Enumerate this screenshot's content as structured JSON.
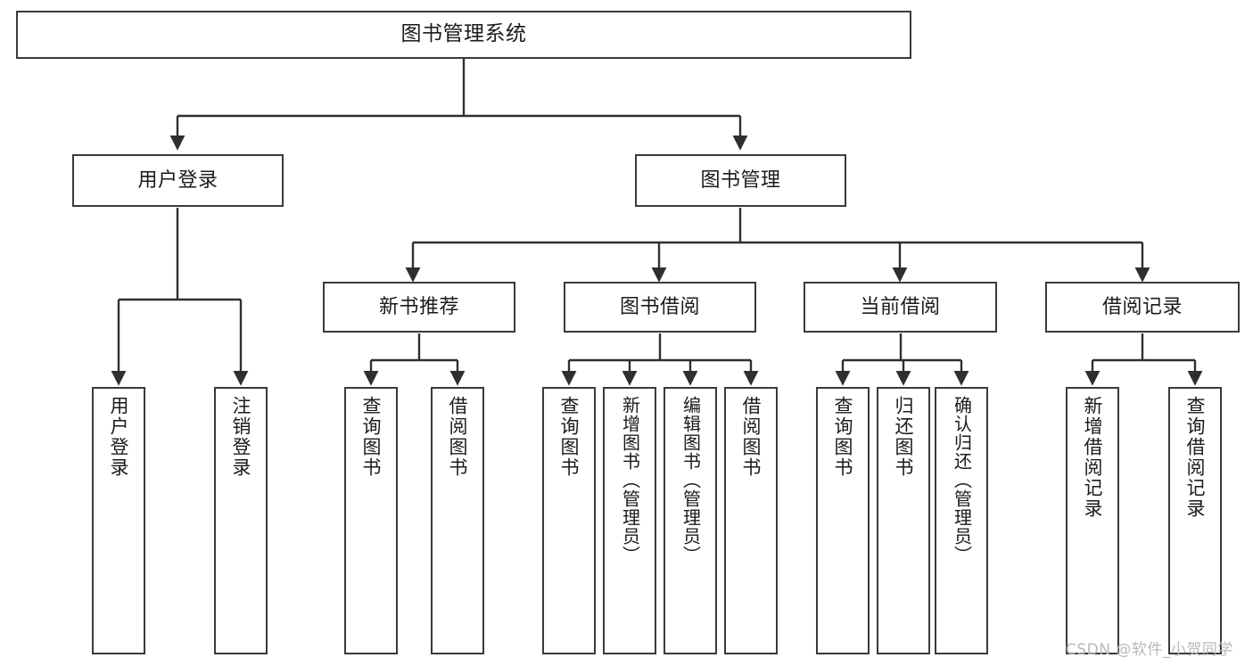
{
  "diagram": {
    "type": "tree",
    "title": "图书管理系统",
    "watermark": "CSDN @软件_小贺同学",
    "colors": {
      "background": "#ffffff",
      "node_fill": "#ffffff",
      "node_border": "#3a3a3a",
      "edge": "#2f2f2f",
      "text": "#1b1b1b",
      "watermark": "#b9b9b9"
    },
    "nodes": {
      "root": {
        "label": "图书管理系统"
      },
      "level2": [
        {
          "id": "user-login",
          "label": "用户登录"
        },
        {
          "id": "book-manage",
          "label": "图书管理"
        }
      ],
      "level3": [
        {
          "id": "new-book-recommend",
          "label": "新书推荐"
        },
        {
          "id": "book-borrow",
          "label": "图书借阅"
        },
        {
          "id": "current-borrow",
          "label": "当前借阅"
        },
        {
          "id": "borrow-record",
          "label": "借阅记录"
        }
      ],
      "leaves": {
        "user_login": [
          {
            "id": "leaf-user-login",
            "label": "用户登录"
          },
          {
            "id": "leaf-logout",
            "label": "注销登录"
          }
        ],
        "new_book_recommend": [
          {
            "id": "leaf-query-book-1",
            "label": "查询图书"
          },
          {
            "id": "leaf-borrow-book-1",
            "label": "借阅图书"
          }
        ],
        "book_borrow": [
          {
            "id": "leaf-query-book-2",
            "label": "查询图书"
          },
          {
            "id": "leaf-add-book",
            "label": "新增图书（管理员）"
          },
          {
            "id": "leaf-edit-book",
            "label": "编辑图书（管理员）"
          },
          {
            "id": "leaf-borrow-book-2",
            "label": "借阅图书"
          }
        ],
        "current_borrow": [
          {
            "id": "leaf-query-book-3",
            "label": "查询图书"
          },
          {
            "id": "leaf-return-book",
            "label": "归还图书"
          },
          {
            "id": "leaf-confirm-return",
            "label": "确认归还（管理员）"
          }
        ],
        "borrow_record": [
          {
            "id": "leaf-add-record",
            "label": "新增借阅记录"
          },
          {
            "id": "leaf-query-record",
            "label": "查询借阅记录"
          }
        ]
      }
    }
  }
}
